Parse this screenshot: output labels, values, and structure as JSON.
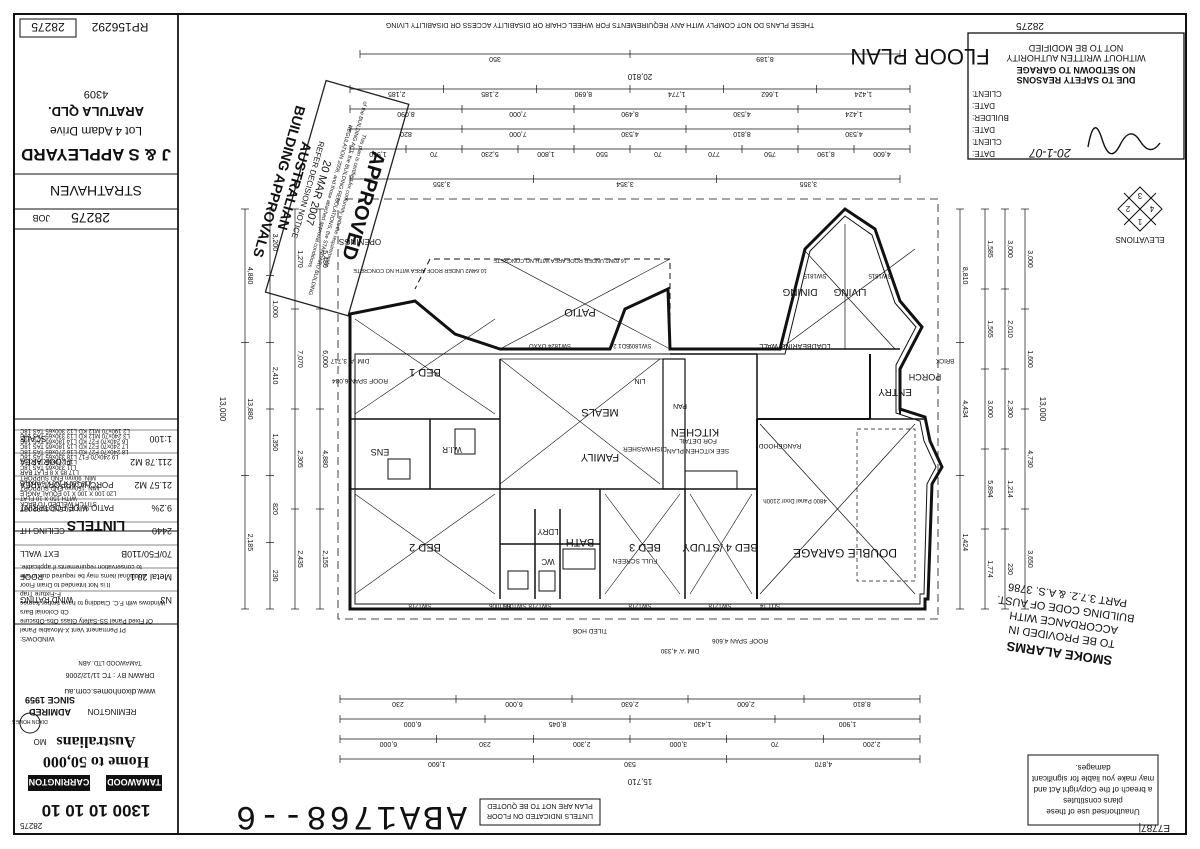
{
  "sheet": {
    "title": "FLOOR PLAN",
    "job_no_top": "28275",
    "job_no_corner": "28275",
    "drawing_no": "ABA1768--6",
    "fax_code": "E7787|"
  },
  "top_note": "THESE PLANS DO NOT COMPLY WITH ANY REQUIREMENTS FOR WHEEL CHAIR OR DISABILITY ACCESS OR DISABILITY LIVING",
  "authority_box": {
    "l1": "NOT TO BE MODIFIED",
    "l2": "WITHOUT WRITTEN AUTHORITY",
    "l3": "NO SETDOWN TO GARAGE",
    "l4": "DUE TO SAFETY REASONS",
    "client1": "CLIENT:",
    "date1": "DATE:",
    "builder": "BUILDER:",
    "date2": "DATE:",
    "client2": "CLIENT:",
    "date3": "DATE:",
    "date3_value": "20-1-07"
  },
  "elevations": {
    "label": "ELEVATIONS",
    "n1": "1",
    "n2": "2",
    "n3": "3",
    "n4": "4"
  },
  "client": {
    "name": "J & S APPLEYARD",
    "lot": "Lot 4 Adam Drive",
    "locality": "ARATULA QLD.",
    "postcode": "4309",
    "rp": "RP156292",
    "job_box": "28275"
  },
  "design": {
    "name": "STRATHAVEN",
    "job_label": "JOB",
    "job": "28275"
  },
  "spec_table": [
    {
      "label": "WIND RATING",
      "value": "N3"
    },
    {
      "label": "ROOF",
      "value": "Metal  20.1°"
    },
    {
      "label": "EXT WALL",
      "value": "70/F50/110B"
    },
    {
      "label": "CEILING HT",
      "value": "2440"
    },
    {
      "label": "PATIO % OF FOOTPRINT",
      "value": "9.2%"
    },
    {
      "label": "PORCH/CARPORT AREA",
      "value": "21.57 M2"
    },
    {
      "label": "FLOOR AREA",
      "value": "211.78 M2"
    },
    {
      "label": "SCALE",
      "value": "1:100"
    }
  ],
  "lintels": {
    "title": "LINTELS",
    "notes": [
      "MIN 150 END SUPPORT",
      "STITCH WELDED TO BACK",
      "WITH 150 X 10 FLAT",
      "L20 100 X 100 X 10 EQUAL ANGLE",
      "MIN. 150mm END SUPPORT",
      "L18 150 X 100 X 6 ANGLE",
      "MIN. 90mm END SUPPORT",
      "L17 85 X 8 FLAT BAR",
      "L11 330x65 TAS 18C",
      "L10 270x65 TAS 18C",
      "L9 240x70 F17  L18 330x65 TAS 18C",
      "L8 240x70 F27 KD  L16 270x65 TAS 18C",
      "L7 240x70 F27 KD  L15 180x65 TAS 18C",
      "L6 240x70 F27 KD  L14 180x65 TAS 18C",
      "L3 240x70 M12 KD  L13 330x65 TAS 18C",
      "L2 190x70 M12 KD  L12 300x65 TAS 18C",
      "L1 190x45 M12 KD  L11 330x65 TAS 18C"
    ]
  },
  "windows_notes": [
    "WINDOWS:",
    "Pf Permanent Vent  X-Movable Panel",
    "Of Fixed Panel  SS-Safety Glass  Obs-Obscure",
    "Cb Colonial Bars",
    "Windows with F.C. Cladding to have timber frames",
    "F-Fixture Trap",
    "It is Not Intended to Drain Floor",
    "Additional items may be required due to site",
    "to conservation requirements if applicable."
  ],
  "approval_stamp": {
    "title": "APPROVED",
    "line1": "This plan is certified for conformity with the requirements",
    "line2": "of the BUILDING ACT, the BUILDING REGULATIONS, the STANDARD BUILDING",
    "line3": "REGULATION 2006, and those attached approval conditions",
    "date": "20 MAR 2007",
    "refer": "REFER DECISION NOTICE",
    "org1": "AUSTRALIAN",
    "org2": "BUILDING APPROVALS"
  },
  "builder": {
    "phone": "1300 10 10 10",
    "slogan": "Home to 50,000",
    "slogan2": "Australians",
    "brand1": "TAMAWOOD",
    "brand2": "CARRINGTON",
    "brand3": "DIXON HOMES",
    "brand4": "REMINGTON",
    "brand5": "ADMIRED",
    "since": "SINCE 1959",
    "web": "www.dixonhomes.com.au",
    "drawn": "DRAWN BY : TC  11/12/2006",
    "abn": "TAMAWOOD LTD. ABN",
    "mo": "MO"
  },
  "smoke_notes": {
    "l1": "SMOKE ALARMS",
    "l2": "TO BE PROVIDED IN",
    "l3": "ACCORDANCE WITH",
    "l4": "BUILDING CODE OF AUST.",
    "l5": "PART 3.7.2. & A.S. 3786"
  },
  "copyright_note": {
    "l1": "Unauthorised use of these",
    "l2": "plans constitutes",
    "l3": "a breach of the Copyright Act and",
    "l4": "may make you liable for significant",
    "l5": "damages."
  },
  "bottom_note": {
    "l1": "LINTELS INDICATED ON FLOOR",
    "l2": "PLAN ARE NOT TO BE QUOTED"
  },
  "rooms": [
    {
      "name": "BED 1"
    },
    {
      "name": "ENS"
    },
    {
      "name": "W.I.R"
    },
    {
      "name": "BED 2"
    },
    {
      "name": "LDRY"
    },
    {
      "name": "WC"
    },
    {
      "name": "BATH"
    },
    {
      "name": "BED 3"
    },
    {
      "name": "BED 4 /STUDY"
    },
    {
      "name": "FAMILY"
    },
    {
      "name": "MEALS"
    },
    {
      "name": "KITCHEN"
    },
    {
      "name": "PATIO"
    },
    {
      "name": "DINING"
    },
    {
      "name": "LIVING"
    },
    {
      "name": "ENTRY"
    },
    {
      "name": "PORCH"
    },
    {
      "name": "DOUBLE GARAGE"
    },
    {
      "name": "PAN"
    },
    {
      "name": "LIN"
    }
  ],
  "plan_labels": {
    "openings": "OPENINGS",
    "loadbearing": "LOADBEARING WALL",
    "see_kitchen": "SEE KITCHEN PLAN",
    "for_detail": "FOR DETAIL",
    "dishwasher": "DISHWASHER",
    "rangehood": "RANGEHOOD",
    "tiled_hob": "TILED HOB",
    "full_screen": "FULL SCREEN",
    "roof_span1": "ROOF SPAN 6,084",
    "roof_span2": "ROOF SPAN 4,606",
    "garage_door": "4800 Panel Door 2100h",
    "under_roof1": "10.64M2  UNDER ROOF AREA  WITH NO CONCRETE",
    "under_roof2": "16.83M2  UNDER ROOF AREA  WITH NO CONCRETE",
    "dim_a1": "DIM 'A' 3,717",
    "dim_a2": "DIM 'A' 4,330",
    "brick": "BRICK"
  },
  "windows": [
    "SW1218",
    "SW1218",
    "SW1218",
    "SW1218",
    "SW1809",
    "SW1824 OXXO",
    "SW1815",
    "SW1815",
    "SD1 14",
    "SD1 24",
    "SW1006",
    "SD1006"
  ],
  "dims_top": {
    "overall": "20,810",
    "row1": [
      "8,189",
      "350"
    ],
    "row2": [
      "1,424",
      "1,662",
      "1,774",
      "8,690",
      "2,185",
      "2,185"
    ],
    "row3": [
      "1,424",
      "4,530",
      "8,490",
      "7,000",
      "8,090"
    ],
    "row4": [
      "4,530",
      "8,810",
      "4,530",
      "7,000",
      "820"
    ],
    "row5": [
      "4,600",
      "8,190",
      "750",
      "770",
      "70",
      "550",
      "1,800",
      "5,230",
      "70",
      "1,960"
    ],
    "row6": [
      "3,355",
      "3,354",
      "3,355"
    ]
  },
  "dims_bottom": {
    "overall": "15,710",
    "row1": [
      "8,810",
      "2,600",
      "2,630",
      "6,000",
      "230"
    ],
    "row2": [
      "1,900",
      "1,430",
      "8,045",
      "6,000"
    ],
    "row3": [
      "2,200",
      "70",
      "3,000",
      "2,300",
      "230",
      "6,000"
    ],
    "row4": [
      "4,870",
      "530",
      "1,600"
    ]
  },
  "dims_left": {
    "overall": "13,000",
    "row1": [
      "1,424",
      "4,434",
      "8,810"
    ],
    "row2": [
      "1,774",
      "5,894",
      "3,000",
      "1,565",
      "1,585"
    ],
    "row3": [
      "230",
      "1,214",
      "2,300",
      "2,010",
      "3,000"
    ],
    "row4": [
      "3,650",
      "4,730",
      "1,600",
      "3,000"
    ]
  },
  "dims_right": {
    "overall": "13,000",
    "row1": [
      "2,155",
      "4,880",
      "6,000",
      "5,480"
    ],
    "row2": [
      "2,435",
      "2,305",
      "7,070",
      "1,270"
    ],
    "row3": [
      "230",
      "820",
      "1,350",
      "2,410",
      "1,000",
      "3,200"
    ],
    "row4": [
      "2,185",
      "13,880",
      "4,880"
    ]
  }
}
